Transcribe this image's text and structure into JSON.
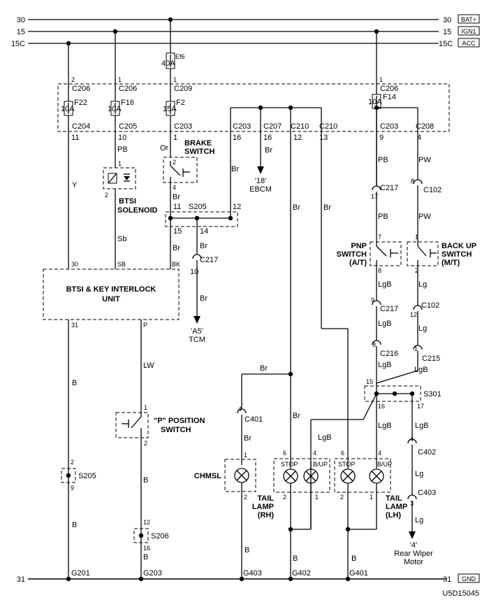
{
  "rails": {
    "b30_left": "30",
    "b30_right": "30",
    "b30_tag": "BAT+",
    "b15_left": "15",
    "b15_right": "15",
    "b15_tag": "IGN1",
    "b15c_left": "15C",
    "b15c_right": "15C",
    "b15c_tag": "ACC",
    "gnd_left": "31",
    "gnd_right": "31",
    "gnd_tag": "GND"
  },
  "fuse_ef6": {
    "name": "Ef6",
    "rating": "40A"
  },
  "fuse_f22": {
    "name": "F22",
    "rating": "10A",
    "pin_top": "2",
    "conn_top": "C206",
    "conn_bot": "C204",
    "pin_bot": "11"
  },
  "fuse_f16": {
    "name": "F16",
    "rating": "10A",
    "pin_top": "1",
    "conn_top": "C206",
    "conn_bot": "C205",
    "pin_bot": "10"
  },
  "fuse_f2": {
    "name": "F2",
    "rating": "15A",
    "pin_top": "1",
    "conn_top": "C209",
    "conn_bot": "C203",
    "pin_bot": "1"
  },
  "fuse_f14": {
    "name": "F14",
    "rating": "10A",
    "pin_top": "1",
    "conn_top": "C206",
    "conn_bot": "C203",
    "pin_bot": "9"
  },
  "fuse_box_conns": {
    "c203": "C203",
    "c203_pin": "16",
    "c207": "C207",
    "c207_pin": "16",
    "c210a": "C210",
    "c210a_pin": "12",
    "c210b": "C210",
    "c210b_pin": "13",
    "c208": "C208",
    "c208_pin": "4"
  },
  "brake_switch": {
    "title_line1": "BRAKE",
    "title_line2": "SWITCH",
    "pin_top": "2",
    "pin_bot": "4",
    "wire_in": "Or",
    "wire_out": "Br"
  },
  "ebcm": {
    "wire": "Br",
    "ref": "'18'",
    "name": "EBCM"
  },
  "btsi_solenoid": {
    "title_line1": "BTSI",
    "title_line2": "SOLENOID",
    "pin_top": "1",
    "pin_bot": "2",
    "wire_in": "PB",
    "wire_out": "Sb"
  },
  "splice_s205_top": {
    "name": "S205",
    "pin_a": "11",
    "pin_b": "12",
    "pin_c": "15",
    "pin_d": "14",
    "wire_a": "Br",
    "wire_b": "Br",
    "wire_c": "Br"
  },
  "tcm": {
    "conn": "C217",
    "pin": "10",
    "wire": "Br",
    "ref": "'A5'",
    "name": "TCM"
  },
  "btsi_unit": {
    "title_line1": "BTSI & KEY INTERLOCK",
    "title_line2": "UNIT",
    "pin_30": "30",
    "pin_sb": "SB",
    "pin_bk": "BK",
    "pin_31": "31",
    "pin_p": "P"
  },
  "wires": {
    "y": "Y",
    "b_left": "B",
    "lw": "LW",
    "b_p": "B",
    "b_p2": "B",
    "b_g201": "B",
    "br_c210a": "Br",
    "br_c210b": "Br",
    "br_stop": "Br",
    "br_chmsl": "Br",
    "b_chmsl": "B",
    "b_g402": "B",
    "b_g401": "B",
    "pb_top": "PB",
    "pb_mid": "PB",
    "lgb_a": "LgB",
    "lgb_b": "LgB",
    "lgb_c": "LgB",
    "lgb_d": "LgB",
    "lgb_lh": "LgB",
    "pw_top": "PW",
    "pw_mid": "PW",
    "lg_a": "Lg",
    "lg_b": "Lg",
    "lgb_back": "LgB",
    "lgb_back2": "LgB",
    "lg_c": "Lg",
    "lg_d": "Lg"
  },
  "p_switch": {
    "title_line1": "\"P\" POSITION",
    "title_line2": "SWITCH",
    "pin_top": "1",
    "pin_bot": "2"
  },
  "splice_s205_bot": {
    "name": "S205",
    "pin_top": "2",
    "pin_bot": "9"
  },
  "splice_s206": {
    "name": "S206",
    "pin_top": "12",
    "pin_bot": "16"
  },
  "pnp_switch": {
    "title_line1": "PNP",
    "title_line2": "SWITCH",
    "title_line3": "(A/T)",
    "pin_top": "7",
    "pin_bot": "8"
  },
  "backup_switch": {
    "title_line1": "BACK UP",
    "title_line2": "SWITCH",
    "title_line3": "(M/T)",
    "pin_top": "1",
    "pin_bot": "2"
  },
  "conns": {
    "c217_a": "C217",
    "c217_a_pin": "17",
    "c102_a": "C102",
    "c102_a_pin": "8",
    "c217_b": "C217",
    "c217_b_pin": "9",
    "c102_b": "C102",
    "c102_b_pin": "12",
    "c216": "C216",
    "c216_pin": "8",
    "c215": "C215",
    "c215_pin": "1",
    "c401": "C401",
    "c401_pin": "4",
    "c402": "C402",
    "c402_pin": "4",
    "c403": "C403",
    "c403_pin": "3"
  },
  "splice_s301": {
    "name": "S301",
    "pin_15": "15",
    "pin_16": "16",
    "pin_17": "17"
  },
  "chmsl": {
    "name": "CHMSL",
    "pin_top": "1",
    "pin_bot": "2"
  },
  "tail_rh": {
    "name_line1": "TAIL",
    "name_line2": "LAMP",
    "name_line3": "(RH)",
    "stop": "STOP",
    "bup": "B/UP",
    "pin_6": "6",
    "pin_4": "4",
    "pin_2": "2",
    "pin_1": "1"
  },
  "tail_lh": {
    "name_line1": "TAIL",
    "name_line2": "LAMP",
    "name_line3": "(LH)",
    "stop": "STOP",
    "bup": "B/UP",
    "pin_6": "6",
    "pin_4": "4",
    "pin_2": "2",
    "pin_1": "1"
  },
  "rear_wiper": {
    "ref": "'4'",
    "name_line1": "Rear Wiper",
    "name_line2": "Motor"
  },
  "grounds": {
    "g201": "G201",
    "g203": "G203",
    "g403": "G403",
    "g402": "G402",
    "g401": "G401"
  },
  "figure_code": "U5D15045"
}
